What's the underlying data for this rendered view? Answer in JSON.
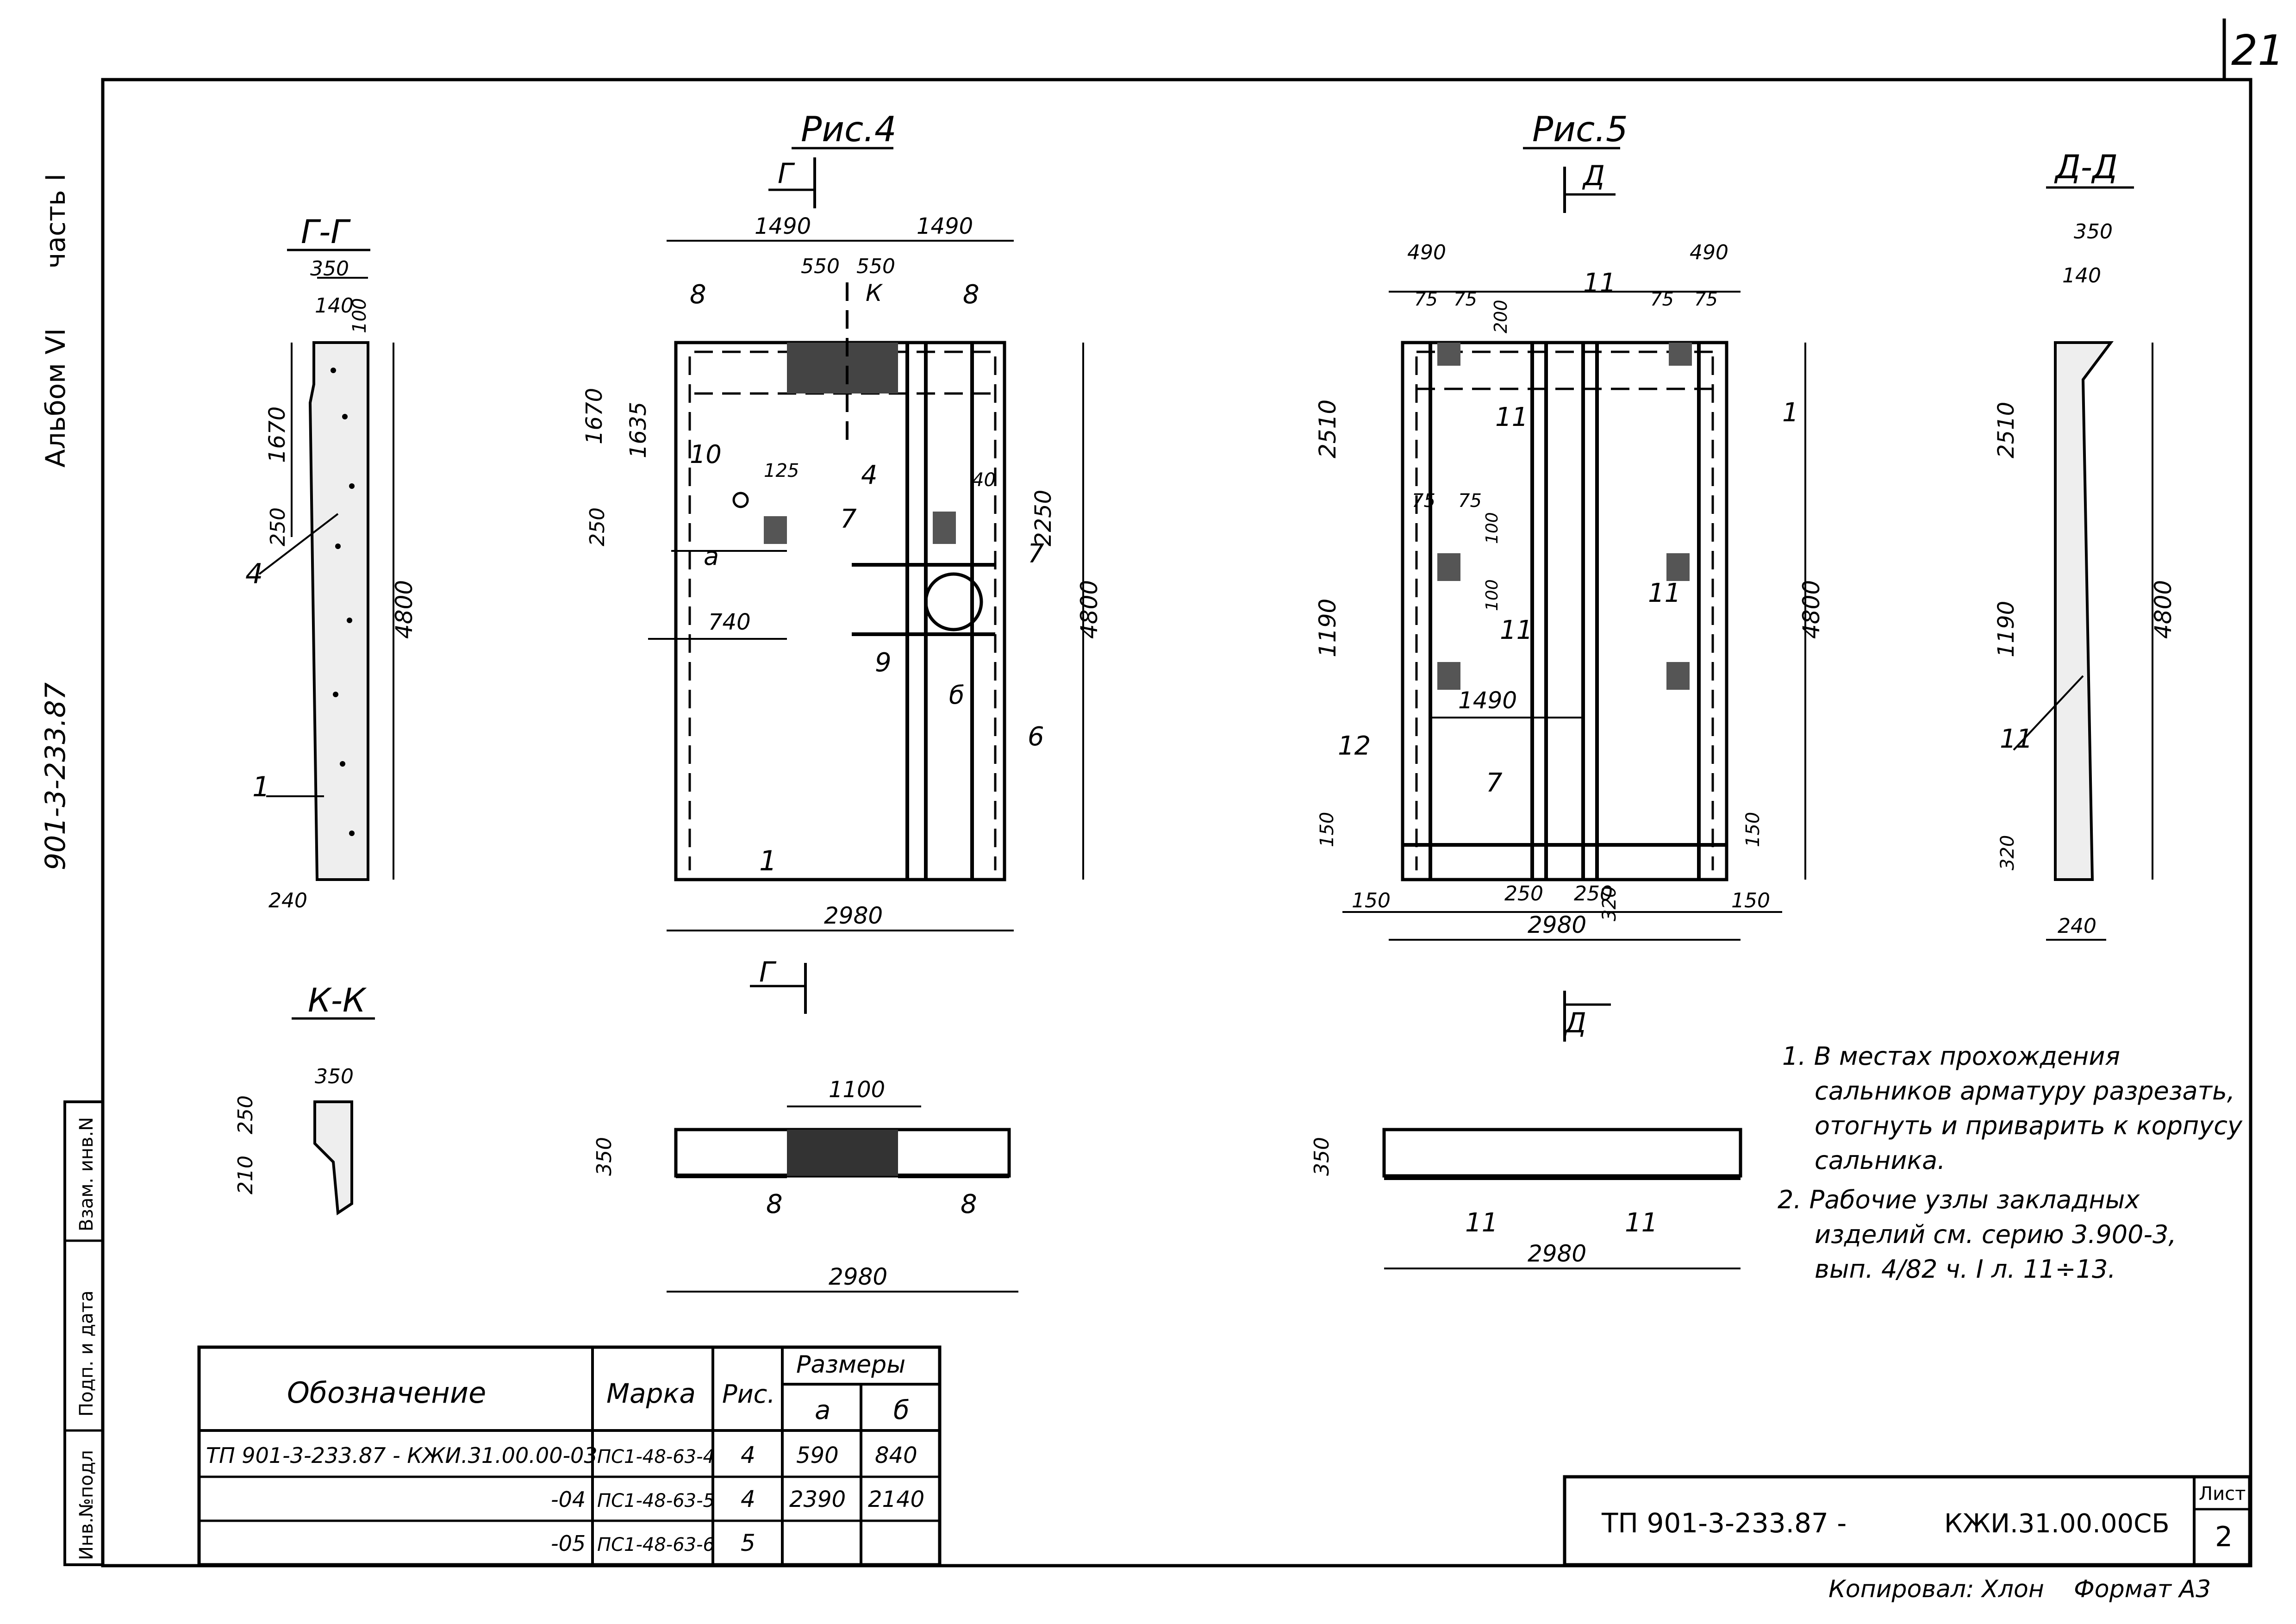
{
  "sheet": {
    "page_number": "21",
    "side_album": "Альбом VI",
    "side_part": "часть I",
    "side_code": "901-3-233.87",
    "stamp_cells": [
      "Инв.№подл",
      "Подп. и дата",
      "Взам. инв.N"
    ]
  },
  "section_gg": {
    "title": "Г-Г",
    "dims": {
      "w": "350",
      "top_a": "140",
      "top_b": "100",
      "h1": "1670",
      "h2": "250",
      "h": "4800",
      "bottom": "240"
    },
    "callouts": [
      "4",
      "1"
    ]
  },
  "section_kk": {
    "title": "К-К",
    "dims": {
      "w": "350",
      "a": "250",
      "b": "210"
    }
  },
  "fig4": {
    "title": "Рис.4",
    "cut_letter": "Г",
    "cut_k": "К",
    "dims": {
      "left_half": "1490",
      "right_half": "1490",
      "c1": "550",
      "c2": "550",
      "v1670": "1670",
      "v1635": "1635",
      "v250": "250",
      "v125": "125",
      "a": "а",
      "v740": "740",
      "v40": "40",
      "v2250": "2250",
      "v4800": "4800",
      "b": "б",
      "total": "2980"
    },
    "callouts": [
      "8",
      "8",
      "10",
      "4",
      "7",
      "7",
      "9",
      "6",
      "1"
    ]
  },
  "fig4_plan": {
    "dims": {
      "span": "1100",
      "h": "350",
      "total": "2980"
    },
    "callouts": [
      "8",
      "8"
    ]
  },
  "fig5": {
    "title": "Рис.5",
    "cut_letter": "Д",
    "dims": {
      "l490": "490",
      "r490": "490",
      "d75a": "75",
      "d75b": "75",
      "d200": "200",
      "d75c": "75",
      "d75d": "75",
      "v2510": "2510",
      "v1190": "1190",
      "d75e": "75",
      "d75f": "75",
      "d100a": "100",
      "d100b": "100",
      "v1490": "1490",
      "v150l": "150",
      "v150r": "150",
      "b150l": "150",
      "b250l": "250",
      "b250r": "250",
      "b320": "320",
      "b150r": "150",
      "v4800": "4800",
      "total": "2980"
    },
    "callouts": [
      "11",
      "11",
      "1",
      "11",
      "11",
      "12",
      "7"
    ]
  },
  "fig5_plan": {
    "dims": {
      "h": "350",
      "total": "2980"
    },
    "callouts": [
      "11",
      "11"
    ]
  },
  "section_dd": {
    "title": "Д-Д",
    "dims": {
      "w": "350",
      "top": "140",
      "v2510": "2510",
      "v1190": "1190",
      "v320": "320",
      "h": "4800",
      "bottom": "240"
    },
    "callouts": [
      "11"
    ]
  },
  "notes": [
    "1. В местах прохождения",
    "сальников арматуру разрезать,",
    "отогнуть и приварить к корпусу",
    "сальника.",
    "2. Рабочие узлы закладных",
    "изделий см. серию 3.900-3,",
    "вып. 4/82 ч. I л. 11÷13."
  ],
  "table": {
    "headers": {
      "designation": "Обозначение",
      "mark": "Марка",
      "fig": "Рис.",
      "sizes": "Размеры",
      "a": "а",
      "b": "б"
    },
    "rows": [
      {
        "designation": "ТП 901-3-233.87 - КЖИ.31.00.00-03",
        "mark": "ПС1-48-63-4",
        "fig": "4",
        "a": "590",
        "b": "840"
      },
      {
        "designation": "-04",
        "mark": "ПС1-48-63-5",
        "fig": "4",
        "a": "2390",
        "b": "2140"
      },
      {
        "designation": "-05",
        "mark": "ПС1-48-63-6",
        "fig": "5",
        "a": "",
        "b": ""
      }
    ]
  },
  "title_block": {
    "code": "ТП 901-3-233.87 -",
    "doc": "КЖИ.31.00.00СБ",
    "sheet_label": "Лист",
    "sheet_no": "2"
  },
  "footer": {
    "copied": "Копировал: Хлон",
    "format": "Формат А3"
  }
}
